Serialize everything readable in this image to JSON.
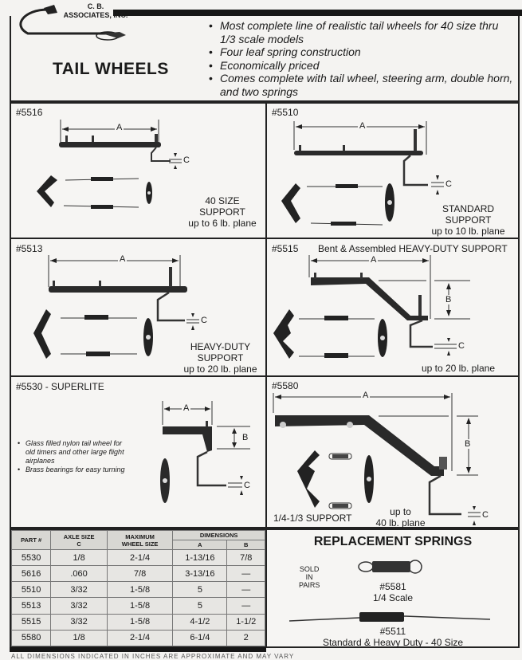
{
  "header": {
    "company_line1": "C. B.",
    "company_line2": "ASSOCIATES, INC.",
    "title": "TAIL WHEELS",
    "features": [
      "Most complete line of realistic tail wheels for 40 size thru 1/3 scale models",
      "Four leaf spring construction",
      "Economically priced",
      "Comes complete with tail wheel, steering arm, double horn, and two springs"
    ]
  },
  "products": {
    "p5516": {
      "part": "#5516",
      "caption": [
        "40 SIZE",
        "SUPPORT",
        "up to 6 lb. plane"
      ],
      "dim_a": "A",
      "dim_c": "C"
    },
    "p5510": {
      "part": "#5510",
      "caption": [
        "STANDARD",
        "SUPPORT",
        "up to 10 lb. plane"
      ],
      "dim_a": "A",
      "dim_c": "C"
    },
    "p5513": {
      "part": "#5513",
      "caption": [
        "HEAVY-DUTY",
        "SUPPORT",
        "up to 20 lb. plane"
      ],
      "dim_a": "A",
      "dim_c": "C"
    },
    "p5515": {
      "part": "#5515",
      "subtitle": "Bent & Assembled HEAVY-DUTY SUPPORT",
      "caption": "up to 20 lb. plane",
      "dim_a": "A",
      "dim_b": "B",
      "dim_c": "C"
    },
    "p5530": {
      "part": "#5530 - SUPERLITE",
      "notes": [
        "Glass filled nylon tail wheel for old timers and other large flight airplanes",
        "Brass bearings for easy turning"
      ],
      "dim_a": "A",
      "dim_b": "B",
      "dim_c": "C"
    },
    "p5580": {
      "part": "#5580",
      "support": "1/4-1/3 SUPPORT",
      "caption": [
        "up to",
        "40 lb. plane"
      ],
      "dim_a": "A",
      "dim_b": "B",
      "dim_c": "C"
    }
  },
  "spec_table": {
    "headers": {
      "part": "PART #",
      "axle": "AXLE SIZE",
      "axle_sub": "C",
      "max": "MAXIMUM",
      "max_sub": "WHEEL SIZE",
      "dims": "DIMENSIONS",
      "dim_a": "A",
      "dim_b": "B"
    },
    "rows": [
      [
        "5530",
        "1/8",
        "2-1/4",
        "1-13/16",
        "7/8"
      ],
      [
        "5616",
        ".060",
        "7/8",
        "3-13/16",
        "—"
      ],
      [
        "5510",
        "3/32",
        "1-5/8",
        "5",
        "—"
      ],
      [
        "5513",
        "3/32",
        "1-5/8",
        "5",
        "—"
      ],
      [
        "5515",
        "3/32",
        "1-5/8",
        "4-1/2",
        "1-1/2"
      ],
      [
        "5580",
        "1/8",
        "2-1/4",
        "6-1/4",
        "2"
      ]
    ]
  },
  "springs": {
    "title": "REPLACEMENT SPRINGS",
    "sold": [
      "SOLD",
      "IN",
      "PAIRS"
    ],
    "s5581": {
      "part": "#5581",
      "desc": "1/4 Scale"
    },
    "s5511": {
      "part": "#5511",
      "desc": "Standard & Heavy Duty - 40 Size"
    }
  },
  "footer": {
    "note": "ALL DIMENSIONS INDICATED IN INCHES ARE APPROXIMATE AND MAY VARY"
  }
}
